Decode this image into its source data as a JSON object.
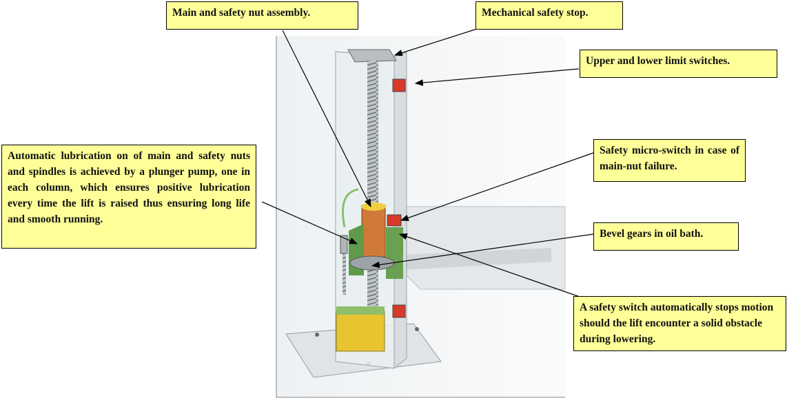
{
  "callouts": {
    "nut_assembly": "Main and safety nut assembly.",
    "safety_stop": "Mechanical safety stop.",
    "limit_switches": "Upper and lower limit switches.",
    "lubrication": "Automatic lubrication on of main and safety nuts and spindles is achieved by a plunger pump, one in each column, which ensures positive lubrication every time the lift is raised thus ensuring long life and smooth running.",
    "micro_switch": "Safety micro-switch in case of main-nut failure.",
    "bevel_gears": "Bevel gears in oil bath.",
    "safety_switch": "A safety switch automatically stops motion should the lift encounter a solid obstacle during lowering."
  },
  "colors": {
    "callout_bg": "#ffff99",
    "switch_red": "#d83a2a",
    "oil_yellow": "#e8c430",
    "nut_orange": "#d07a3a"
  }
}
